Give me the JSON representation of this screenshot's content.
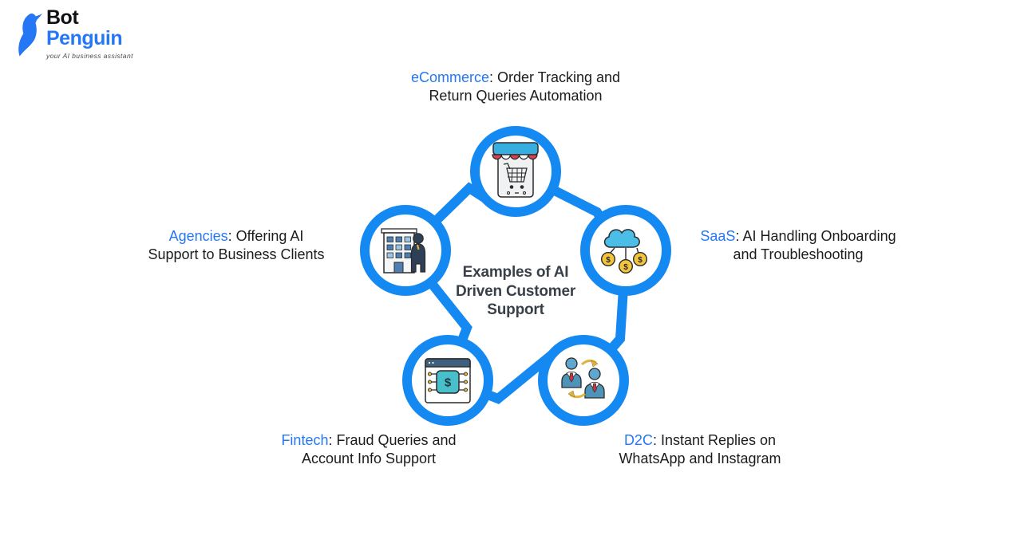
{
  "logo": {
    "bot": "Bot",
    "penguin": "Penguin",
    "tagline": "your AI business assistant",
    "bot_color": "#101114",
    "penguin_color": "#2577F5"
  },
  "center_title": {
    "line1": "Examples of AI",
    "line2": "Driven Customer",
    "line3": "Support"
  },
  "colors": {
    "star_ribbon_blue": "#1489F1",
    "keyword_blue": "#2577F5",
    "label_text": "#1C1C1E",
    "title_text": "#394049",
    "coin_yellow": "#F3C53D",
    "icon_red": "#D9414B",
    "icon_teal": "#49BFCB",
    "icon_cloud_blue": "#4BBEE8",
    "icon_navy": "#2E4057"
  },
  "nodes": {
    "ecommerce": {
      "keyword": "eCommerce",
      "line1_rest": ": Order Tracking and",
      "line2": "Return Queries Automation",
      "icon": "storefront-cart-icon"
    },
    "saas": {
      "keyword": "SaaS",
      "line1_rest": ": AI Handling Onboarding",
      "line2": "and Troubleshooting",
      "icon": "cloud-coins-icon"
    },
    "d2c": {
      "keyword": "D2C",
      "line1_rest": ": Instant Replies on",
      "line2": "WhatsApp and Instagram",
      "icon": "people-exchange-icon"
    },
    "fintech": {
      "keyword": "Fintech",
      "line1_rest": ": Fraud Queries and",
      "line2": "Account Info Support",
      "icon": "window-chip-dollar-icon"
    },
    "agencies": {
      "keyword": "Agencies",
      "line1_rest": ": Offering AI",
      "line2": "Support to Business Clients",
      "icon": "building-person-icon"
    }
  }
}
